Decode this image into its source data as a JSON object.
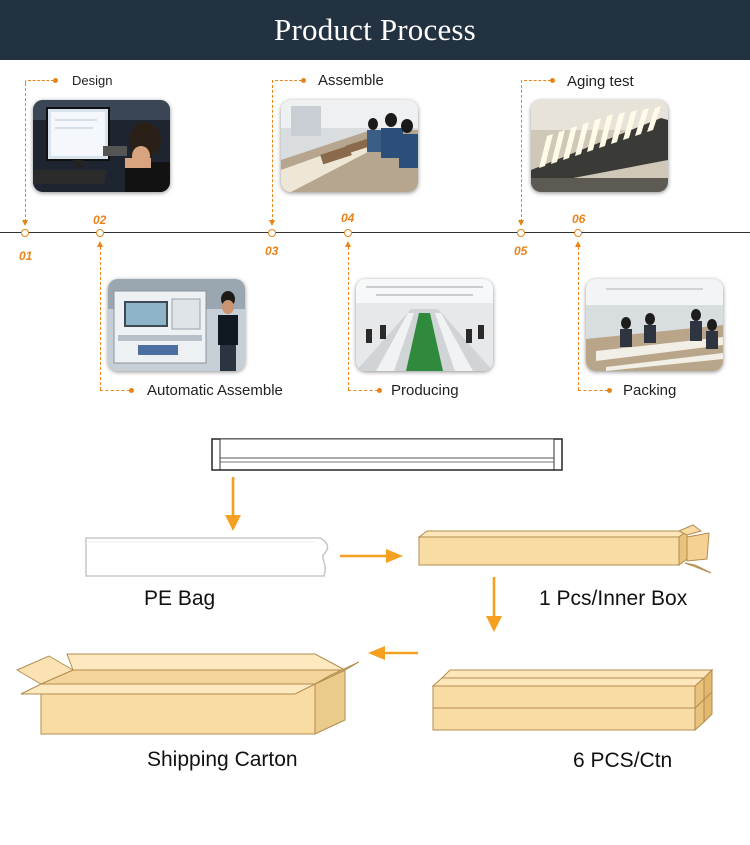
{
  "header": {
    "title": "Product Process"
  },
  "timeline": {
    "steps": [
      {
        "number": "01",
        "label": "Design",
        "photo_icon": "design-computer-photo"
      },
      {
        "number": "02",
        "label": "Automatic Assemble",
        "photo_icon": "automatic-assemble-machine-photo"
      },
      {
        "number": "03",
        "label": "Assemble",
        "photo_icon": "assemble-line-photo"
      },
      {
        "number": "04",
        "label": "Producing",
        "photo_icon": "producing-workshop-photo"
      },
      {
        "number": "05",
        "label": "Aging test",
        "photo_icon": "aging-test-rack-photo"
      },
      {
        "number": "06",
        "label": "Packing",
        "photo_icon": "packing-workshop-photo"
      }
    ],
    "accent_color": "#e8841a"
  },
  "packaging": {
    "pe_bag": "PE Bag",
    "inner_box": "1 Pcs/Inner Box",
    "carton_count": "6 PCS/Ctn",
    "shipping_carton": "Shipping Carton",
    "box_color": "#f9dca4"
  }
}
